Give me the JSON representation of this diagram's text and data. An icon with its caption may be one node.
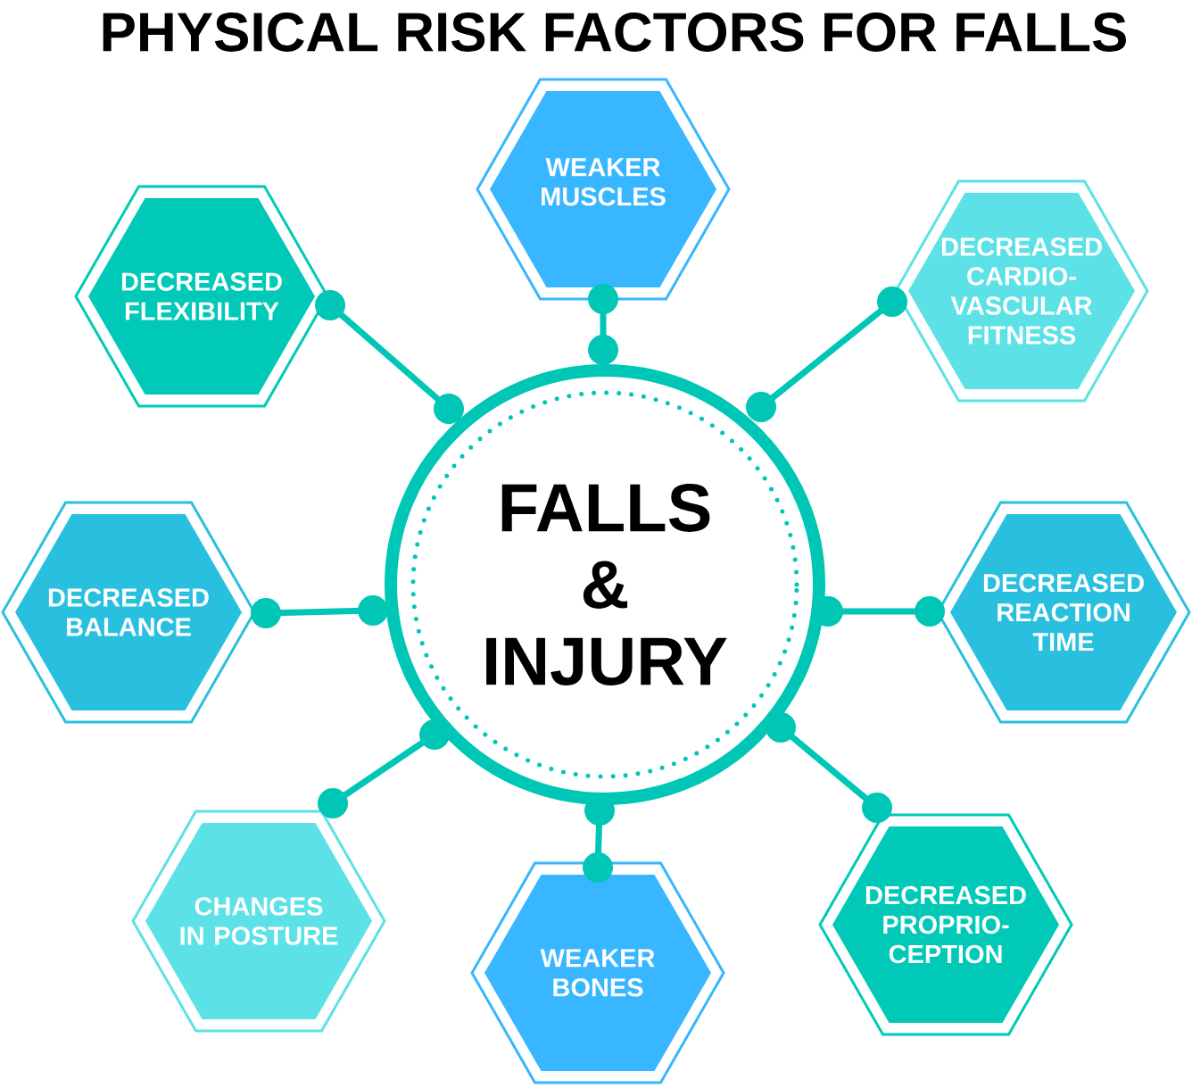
{
  "diagram": {
    "title": "PHYSICAL RISK FACTORS FOR FALLS",
    "nodes": [
      {
        "text": [
          "FALLS & INJURY"
        ]
      },
      {
        "text": [
          "WEAKER MUSCLES"
        ]
      },
      {
        "text": [
          "DECREASED FLEXIBILITY"
        ]
      },
      {
        "text": [
          "DECREASED CARDIO- VASCULAR FITNESS"
        ]
      },
      {
        "text": [
          "DECREASED BALANCE"
        ]
      },
      {
        "text": [
          "DECREASED REACTION TIME"
        ]
      },
      {
        "text": [
          "CHANGES IN POSTURE"
        ]
      },
      {
        "text": [
          "WEAKER BONES"
        ]
      },
      {
        "text": [
          "DECREASED PROPRIO- CEPTION"
        ]
      }
    ],
    "edges": [
      {
        "from": 0,
        "to": 1,
        "arrow": "other"
      },
      {
        "from": 0,
        "to": 2,
        "arrow": "other"
      },
      {
        "from": 0,
        "to": 3,
        "arrow": "other"
      },
      {
        "from": 0,
        "to": 4,
        "arrow": "other"
      },
      {
        "from": 0,
        "to": 5,
        "arrow": "other"
      },
      {
        "from": 0,
        "to": 6,
        "arrow": "other"
      },
      {
        "from": 0,
        "to": 7,
        "arrow": "other"
      },
      {
        "from": 0,
        "to": 8,
        "arrow": "other"
      }
    ]
  }
}
